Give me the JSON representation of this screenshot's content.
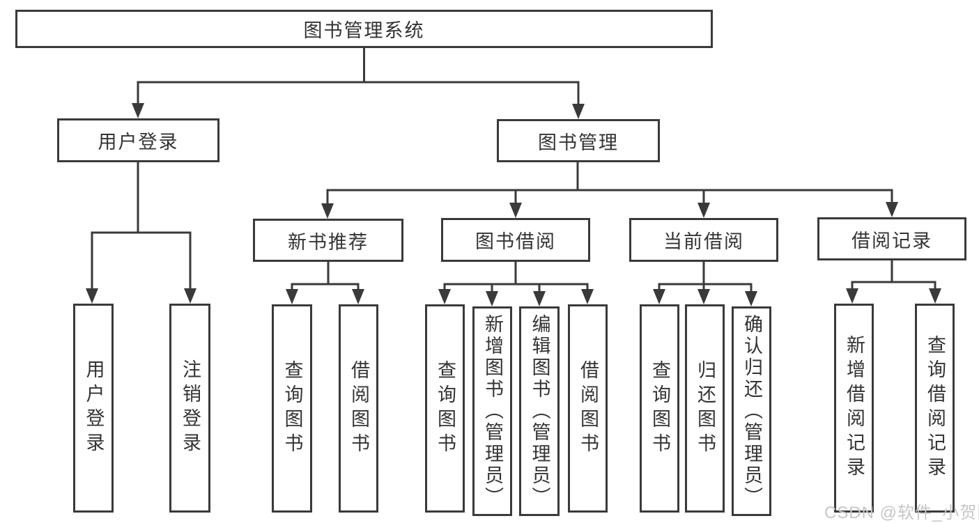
{
  "colors": {
    "line": "#3a3a3a",
    "text": "#333333",
    "background": "#ffffff",
    "watermark": "#c6c6c6"
  },
  "tree": {
    "root": {
      "label": "图书管理系统"
    },
    "level2": [
      {
        "label": "用户登录",
        "children": [
          {
            "label": "用户登录"
          },
          {
            "label": "注销登录"
          }
        ]
      },
      {
        "label": "图书管理",
        "children": [
          {
            "label": "新书推荐",
            "children": [
              {
                "label": "查询图书"
              },
              {
                "label": "借阅图书"
              }
            ]
          },
          {
            "label": "图书借阅",
            "children": [
              {
                "label": "查询图书"
              },
              {
                "label": "新增图书（管理员）"
              },
              {
                "label": "编辑图书（管理员）"
              },
              {
                "label": "借阅图书"
              }
            ]
          },
          {
            "label": "当前借阅",
            "children": [
              {
                "label": "查询图书"
              },
              {
                "label": "归还图书"
              },
              {
                "label": "确认归还（管理员）"
              }
            ]
          },
          {
            "label": "借阅记录",
            "children": [
              {
                "label": "新增借阅记录"
              },
              {
                "label": "查询借阅记录"
              }
            ]
          }
        ]
      }
    ]
  },
  "watermark": {
    "text": "CSDN @软件_小贺同学"
  }
}
